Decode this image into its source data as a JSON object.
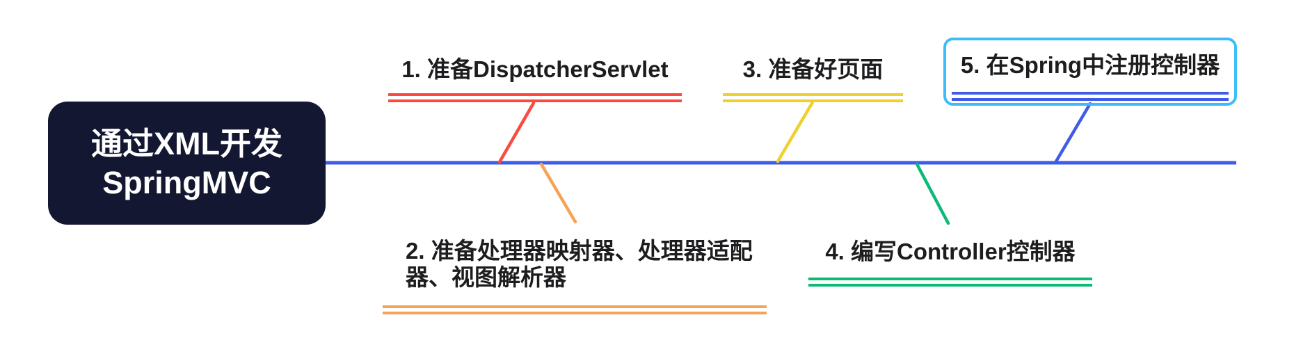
{
  "colors": {
    "background": "#ffffff",
    "root_bg": "#131732",
    "root_text": "#ffffff",
    "label_text": "#1d1d1f",
    "spine": "#3f5be8",
    "branch1": "#f94b42",
    "branch2": "#f5a356",
    "branch3": "#f0d02f",
    "branch4": "#0db977",
    "branch5": "#3f5be8",
    "selection": "#3cbdf8"
  },
  "root": {
    "line1": "通过XML开发",
    "line2": "SpringMVC"
  },
  "branches": [
    {
      "label": "1. 准备DispatcherServlet",
      "color": "#f94b42",
      "selected": false
    },
    {
      "label": "2. 准备处理器映射器、处理器适配器、视图解析器",
      "color": "#f5a356",
      "selected": false
    },
    {
      "label": "3. 准备好页面",
      "color": "#f0d02f",
      "selected": false
    },
    {
      "label": "4. 编写Controller控制器",
      "color": "#0db977",
      "selected": false
    },
    {
      "label": "5. 在Spring中注册控制器",
      "color": "#3f5be8",
      "selected": true
    }
  ]
}
